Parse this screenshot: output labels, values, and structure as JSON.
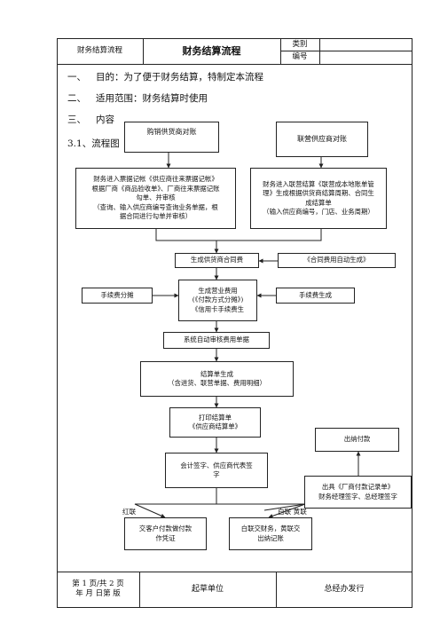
{
  "header": {
    "doc_type": "财务结算流程",
    "title": "财务结算流程",
    "category_label": "类别",
    "number_label": "编号",
    "category_value": "",
    "number_value": ""
  },
  "sections": {
    "s1_num": "一、",
    "s1_text": "目的：为了便于财务结算，特制定本流程",
    "s2_num": "二、",
    "s2_text": "适用范围：财务结算时使用",
    "s3_num": "三、",
    "s3_text": "内容",
    "s31": "3.1、流程图"
  },
  "flow": {
    "purchase_reconcile": "购销供货商对账",
    "joint_reconcile": "联营供应商对账",
    "purchase_detail": [
      "财务进入票据记帐《供应商往来票据记帐》",
      "根据厂商《商品验收单》、厂商往来票据记账",
      "勾单、并审核",
      "（查询、输入供应商编号查询业务单据，根",
      "据合同进行勾单并审核）"
    ],
    "joint_detail": [
      "财务进入联营结算《联营成本地账单管",
      "理》生成根据供货商结算周期、合同生",
      "成结算单",
      "（输入供应商编号，门店、业务周期）"
    ],
    "gen_contract": "生成供货商合同费",
    "contract_auto": "《合同费用自动生成》",
    "fee_allocation": "手续费分摊",
    "op_expense": [
      "生成营业费用",
      "(《付款方式分摊》)",
      "《信用卡手续费生"
    ],
    "fee_generate": "手续费生成",
    "auto_review": "系统自动审核费用单据",
    "settlement_gen": [
      "结算单生成",
      "（含进货、联营单据、费用明细）"
    ],
    "print_settlement": [
      "打印结算单",
      "《供应商结算单》"
    ],
    "sign": [
      "会计签字、供应商代表签",
      "字"
    ],
    "cashier_pay": "出纳付款",
    "issue_record": [
      "出具《厂商付款记录单》",
      "财务经理签字、总经理签字"
    ],
    "red_copy_label": "红联",
    "white_yellow_label": "白联  黄联",
    "customer_voucher": [
      "交客户付款做付款",
      "作凭证"
    ],
    "white_to_finance": [
      "白联交财务，黄联交",
      "出纳记账"
    ]
  },
  "footer": {
    "page_info": "第 1 页/共 2 页",
    "date_info": "年  月  日第  版",
    "drafter": "起草单位",
    "issuer": "总经办发行"
  }
}
